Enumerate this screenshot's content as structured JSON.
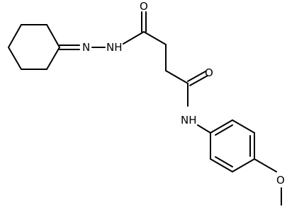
{
  "molecule": {
    "atom_labels": {
      "hydrazone_n": "N",
      "hydrazide_nh": "NH",
      "carbonyl_o_top": "O",
      "carbonyl_o_right": "O",
      "amide_nh": "NH",
      "methoxy_o": "O"
    }
  }
}
